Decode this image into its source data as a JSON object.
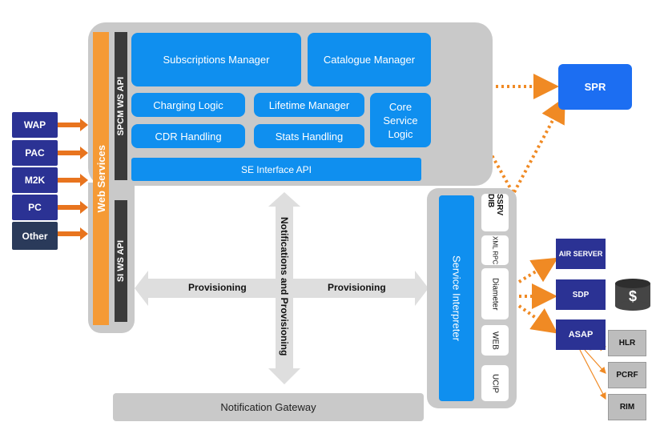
{
  "clients": [
    "WAP",
    "PAC",
    "M2K",
    "PC",
    "Other"
  ],
  "web_services": "Web Services",
  "spcm_api": "SPCM WS API",
  "si_api": "SI WS API",
  "modules": {
    "subscriptions": "Subscriptions Manager",
    "catalogue": "Catalogue Manager",
    "charging": "Charging Logic",
    "lifetime": "Lifetime Manager",
    "core": "Core Service Logic",
    "cdr": "CDR Handling",
    "stats": "Stats Handling",
    "se_api": "SE Interface API"
  },
  "spr": "SPR",
  "provisioning_left": "Provisioning",
  "provisioning_right": "Provisioning",
  "notif_prov": "Notifications and Provisioning",
  "notification_gateway": "Notification Gateway",
  "service_interpreter": "Service Interpreter",
  "protocols": [
    "SSRV DIB",
    "XML RPC",
    "Diameter",
    "WEB",
    "UCIP"
  ],
  "servers": {
    "air": "AIR SERVER",
    "sdp": "SDP",
    "asap": "ASAP"
  },
  "sdp_db_symbol": "$",
  "network": [
    "HLR",
    "PCRF",
    "RIM"
  ],
  "colors": {
    "blue": "#0f8fef",
    "navy": "#2b3294",
    "orange": "#f08a24",
    "grey": "#c9c9c9"
  }
}
